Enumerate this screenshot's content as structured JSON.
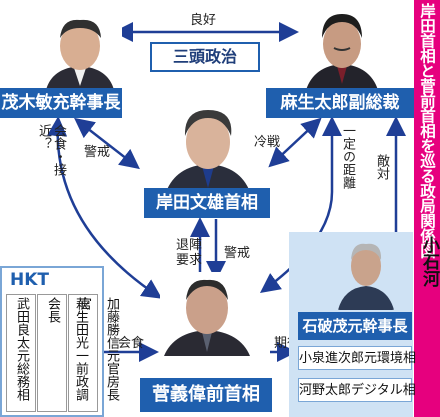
{
  "title": "岸田首相と菅前首相を巡る政局関係図",
  "nodes": {
    "motegi": "茂木敏充幹事長",
    "aso": "麻生太郎副総裁",
    "kishida": "岸田文雄首相",
    "suga": "菅義偉前首相",
    "ishiba": "石破茂元幹事長"
  },
  "center_title": "三頭政治",
  "relations": {
    "motegi_aso": "良好",
    "motegi_kishida": "警戒",
    "aso_kishida": "冷戦",
    "motegi_suga": "会食・接近？",
    "aso_suga": "一定の距離",
    "aso_ishiba": "敵対",
    "kishida_suga_up": "退陣要求",
    "kishida_suga_down": "警戒",
    "hkt_suga": "会食",
    "suga_koishi": "期待"
  },
  "hkt": {
    "label": "HKT",
    "members": [
      "武田良太元総務相",
      "萩生田光一前政調会長",
      "加藤勝信元官房長官"
    ]
  },
  "koishi": {
    "label": "小石河",
    "members": [
      "小泉進次郎元環境相",
      "河野太郎デジタル相"
    ]
  },
  "colors": {
    "title_bar": "#e6007e",
    "name_box": "#1f5fae",
    "arrow": "#1f3e96",
    "koishi_bg": "#cfe2f4"
  }
}
